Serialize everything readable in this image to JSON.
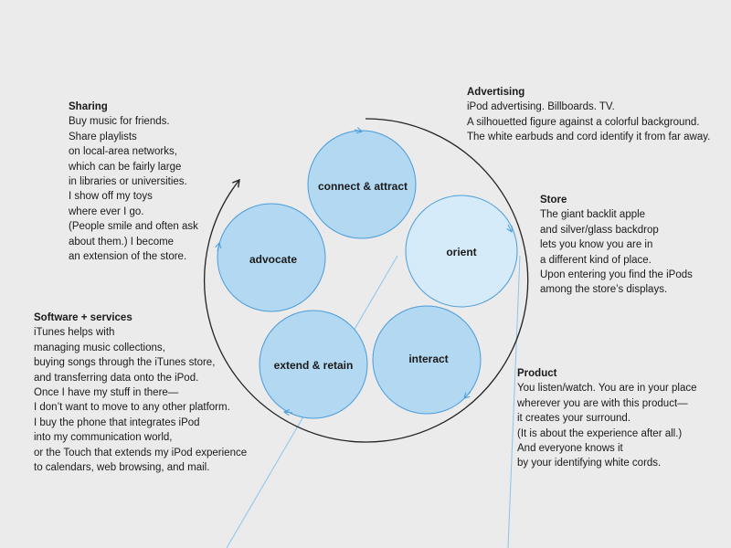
{
  "diagram": {
    "nodes": {
      "connect": "connect & attract",
      "orient": "orient",
      "interact": "interact",
      "extend": "extend & retain",
      "advocate": "advocate"
    },
    "colors": {
      "background": "#ebebeb",
      "circle_fill": "#b3d8f2",
      "circle_fill_light": "#d6ebfa",
      "circle_stroke": "#4a9cdb",
      "ring_stroke": "#222222",
      "leader_line": "#8cc4e8"
    }
  },
  "sections": {
    "sharing": {
      "heading": "Sharing",
      "lines": [
        "Buy music for friends.",
        "Share playlists",
        "on local-area networks,",
        "which can be fairly large",
        "in libraries or universities.",
        "I show off my toys",
        "where ever I go.",
        "(People smile and often ask",
        "about them.) I become",
        "an extension of the store."
      ]
    },
    "advertising": {
      "heading": "Advertising",
      "lines": [
        "iPod advertising. Billboards. TV.",
        "A silhouetted figure against a colorful background.",
        "The white earbuds and cord identify it from far away."
      ]
    },
    "store": {
      "heading": "Store",
      "lines": [
        "The giant backlit apple",
        "and silver/glass backdrop",
        "lets you know you are in",
        "a different kind of place.",
        "Upon entering you find the iPods",
        "among the store’s displays."
      ]
    },
    "software": {
      "heading": "Software + services",
      "lines": [
        "iTunes helps with",
        "managing music collections,",
        "buying songs through the iTunes store,",
        "and transferring data onto the iPod.",
        "Once I have my stuff in there—",
        "I don’t want to move to any other platform.",
        "I buy the phone that integrates iPod",
        "into my communication world,",
        "or the Touch that extends my iPod experience",
        "to calendars, web browsing, and mail."
      ]
    },
    "product": {
      "heading": "Product",
      "lines": [
        "You listen/watch. You are in your place",
        "wherever you are with this product—",
        "it creates your surround.",
        "(It is about the experience after all.)",
        "And everyone knows it",
        "by your identifying white cords."
      ]
    }
  }
}
